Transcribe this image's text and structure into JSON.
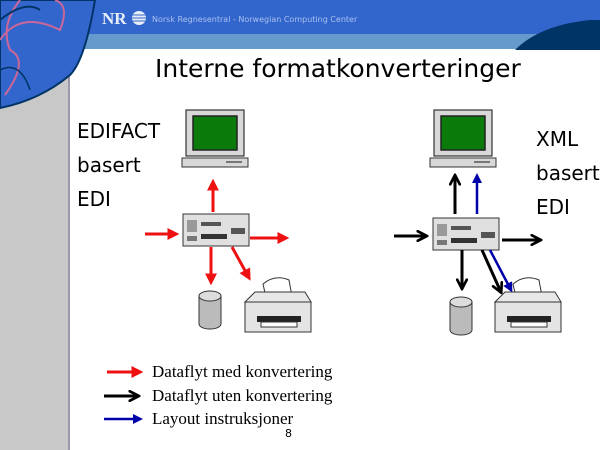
{
  "header": {
    "logo": "NR",
    "organization": "Norsk Regnesentral - Norwegian Computing Center"
  },
  "title": "Interne formatkonverteringer",
  "left_label": [
    "EDIFACT",
    "basert",
    "EDI"
  ],
  "right_label": [
    "XML",
    "basert",
    "EDI"
  ],
  "legend": [
    {
      "label": "Dataflyt med konvertering",
      "color": "#ee1111"
    },
    {
      "label": "Dataflyt uten konvertering",
      "color": "#000000"
    },
    {
      "label": "Layout instruksjoner",
      "color": "#0000aa"
    }
  ],
  "page_number": "8"
}
